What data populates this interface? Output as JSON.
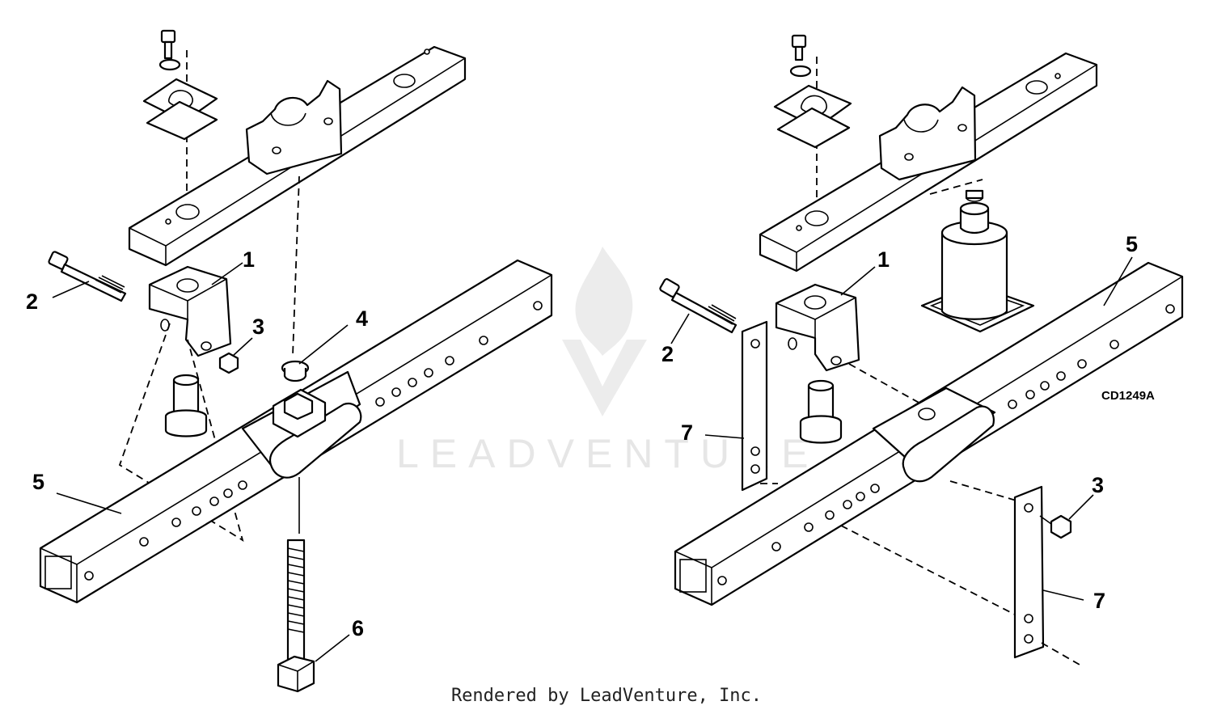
{
  "watermark": {
    "text": "LEADVENTURE"
  },
  "drawing_code": "CD1249A",
  "footer": "Rendered by LeadVenture, Inc.",
  "left_view": {
    "callouts": [
      "1",
      "2",
      "3",
      "4",
      "5",
      "6"
    ]
  },
  "right_view": {
    "callouts": [
      "1",
      "2",
      "3",
      "5",
      "7",
      "7"
    ]
  }
}
